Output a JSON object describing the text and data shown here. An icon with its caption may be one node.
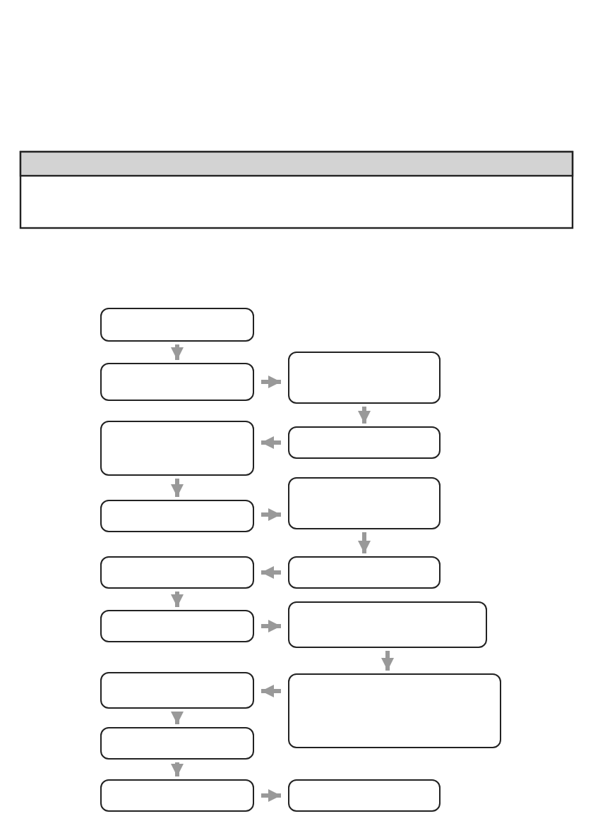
{
  "diagram": {
    "nodes": [
      {
        "text": [],
        "shape": "box"
      },
      {
        "text": [],
        "shape": "box"
      },
      {
        "text": [],
        "shape": "box"
      },
      {
        "text": [],
        "shape": "box"
      },
      {
        "text": [],
        "shape": "box"
      },
      {
        "text": [],
        "shape": "box"
      },
      {
        "text": [],
        "shape": "box"
      },
      {
        "text": [],
        "shape": "box"
      },
      {
        "text": [],
        "shape": "box"
      },
      {
        "text": [],
        "shape": "box"
      },
      {
        "text": [],
        "shape": "box"
      },
      {
        "text": [],
        "shape": "box"
      },
      {
        "text": [],
        "shape": "box"
      },
      {
        "text": [],
        "shape": "box"
      },
      {
        "text": [],
        "shape": "box"
      },
      {
        "text": [],
        "shape": "box"
      }
    ],
    "edges": [
      {
        "from": 0,
        "to": 1,
        "arrow": "to"
      },
      {
        "from": 1,
        "to": 2,
        "arrow": "to"
      },
      {
        "from": 2,
        "to": 4,
        "arrow": "to"
      },
      {
        "from": 4,
        "to": 3,
        "arrow": "to"
      },
      {
        "from": 3,
        "to": 5,
        "arrow": "to"
      },
      {
        "from": 5,
        "to": 6,
        "arrow": "to"
      },
      {
        "from": 6,
        "to": 8,
        "arrow": "to"
      },
      {
        "from": 8,
        "to": 7,
        "arrow": "to"
      },
      {
        "from": 7,
        "to": 9,
        "arrow": "to"
      },
      {
        "from": 9,
        "to": 10,
        "arrow": "to"
      },
      {
        "from": 10,
        "to": 12,
        "arrow": "to"
      },
      {
        "from": 12,
        "to": 11,
        "arrow": "to"
      },
      {
        "from": 11,
        "to": 13,
        "arrow": "to"
      },
      {
        "from": 13,
        "to": 14,
        "arrow": "to"
      },
      {
        "from": 14,
        "to": 15,
        "arrow": "to"
      }
    ]
  }
}
